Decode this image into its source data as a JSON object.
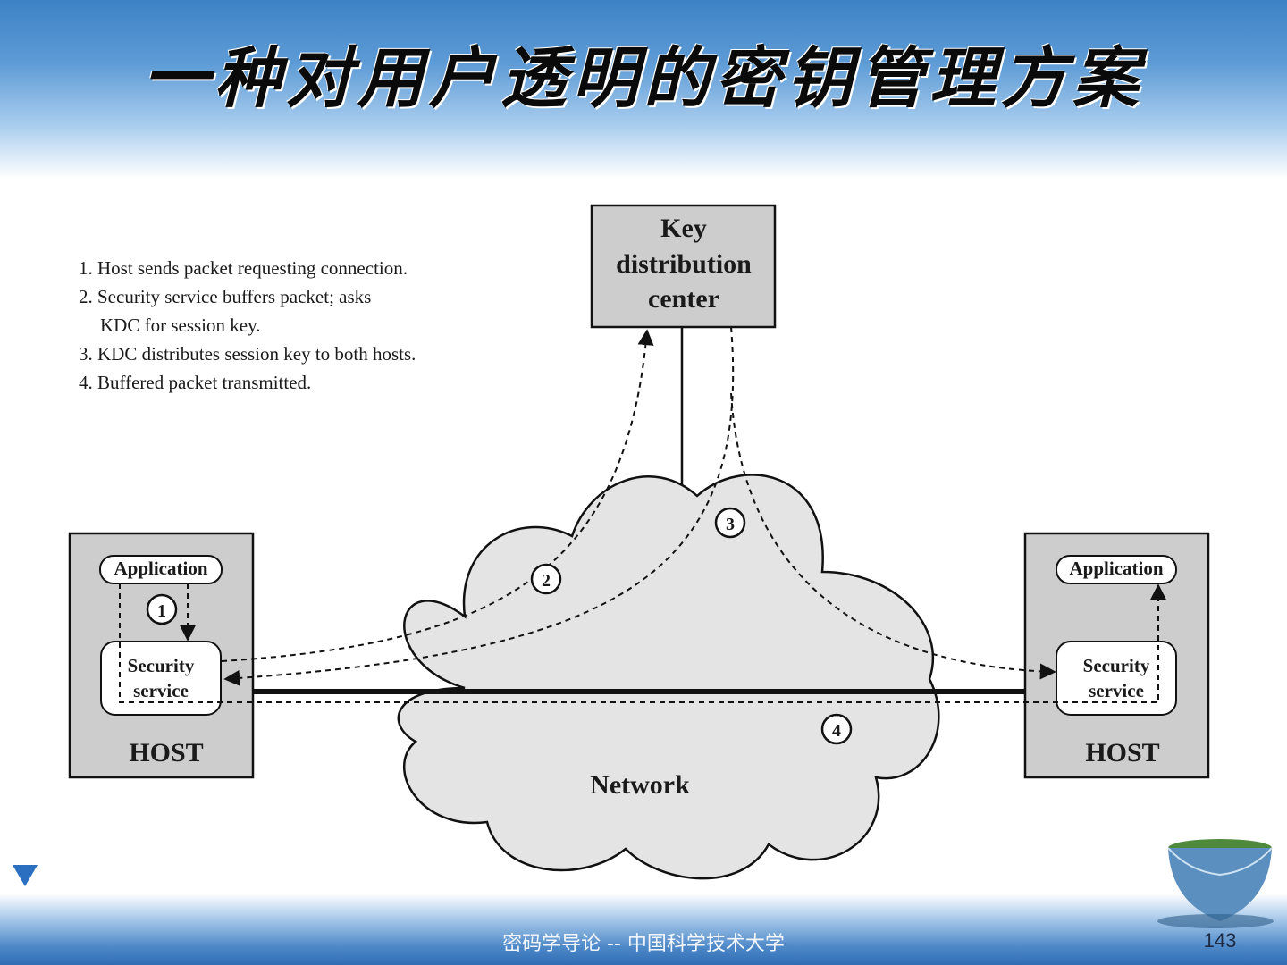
{
  "slide": {
    "title": "一种对用户透明的密钥管理方案",
    "footer": "密码学导论 -- 中国科学技术大学",
    "page_number": "143"
  },
  "steps": [
    "1. Host sends packet requesting connection.",
    "2. Security service buffers packet; asks",
    "KDC for session key.",
    "3. KDC distributes session key to both hosts.",
    "4. Buffered packet transmitted."
  ],
  "kdc": {
    "line1": "Key",
    "line2": "distribution",
    "line3": "center"
  },
  "left_host": {
    "app": "Application",
    "sec1": "Security",
    "sec2": "service",
    "label": "HOST"
  },
  "right_host": {
    "app": "Application",
    "sec1": "Security",
    "sec2": "service",
    "label": "HOST"
  },
  "network": {
    "label": "Network"
  },
  "markers": {
    "m1": "1",
    "m2": "2",
    "m3": "3",
    "m4": "4"
  },
  "colors": {
    "box_fill": "#cdcdcd",
    "cloud_fill": "#e4e4e4",
    "header_blue": "#3d82c6"
  }
}
